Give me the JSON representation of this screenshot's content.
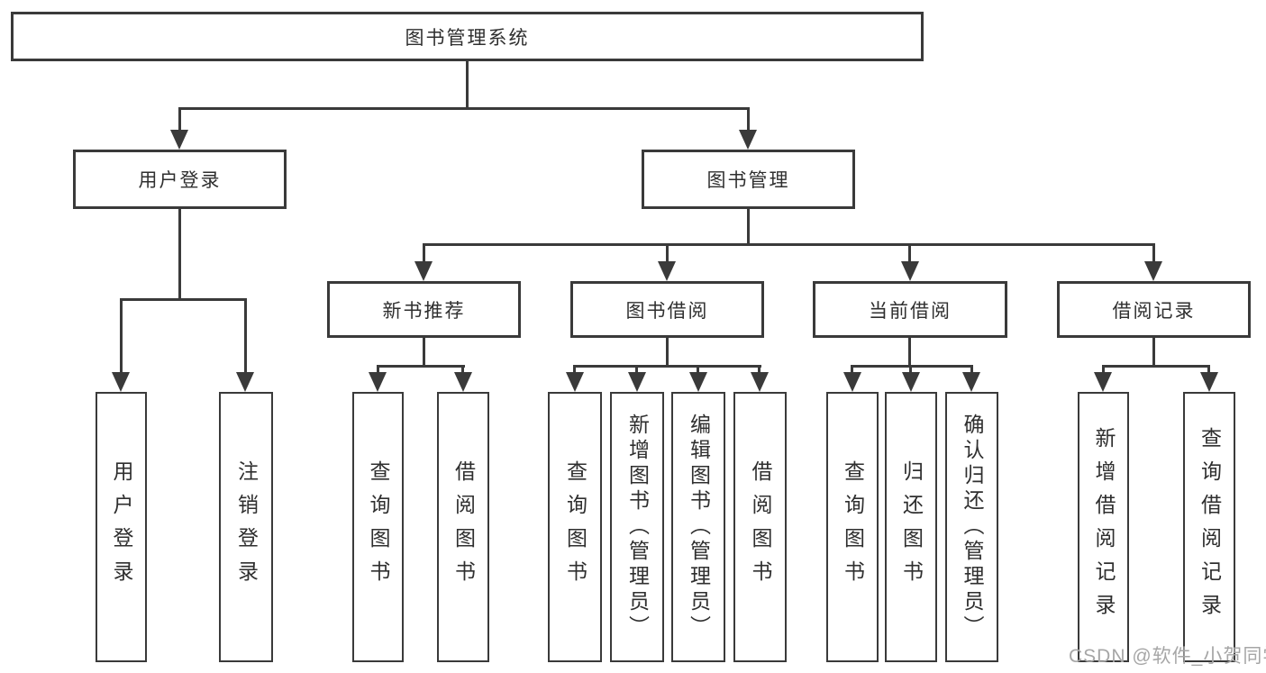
{
  "diagram": {
    "title": "图书管理系统",
    "nodes": {
      "root": "图书管理系统",
      "user_login": "用户登录",
      "book_mgmt": "图书管理",
      "new_book_rec": "新书推荐",
      "book_borrow": "图书借阅",
      "current_borrow": "当前借阅",
      "borrow_records": "借阅记录",
      "ul_user_login": "用户登录",
      "ul_logout": "注销登录",
      "nb_query": "查询图书",
      "nb_borrow": "借阅图书",
      "bb_query": "查询图书",
      "bb_add": "新增图书（管理员）",
      "bb_edit": "编辑图书（管理员）",
      "bb_borrow": "借阅图书",
      "cb_query": "查询图书",
      "cb_return": "归还图书",
      "cb_confirm": "确认归还（管理员）",
      "br_add": "新增借阅记录",
      "br_query": "查询借阅记录"
    },
    "watermark": "CSDN @软件_小贺同学",
    "colors": {
      "line": "#3a3a3a",
      "text": "#2f2f2f",
      "watermark": "#a6a6a6",
      "background": "#ffffff"
    }
  }
}
